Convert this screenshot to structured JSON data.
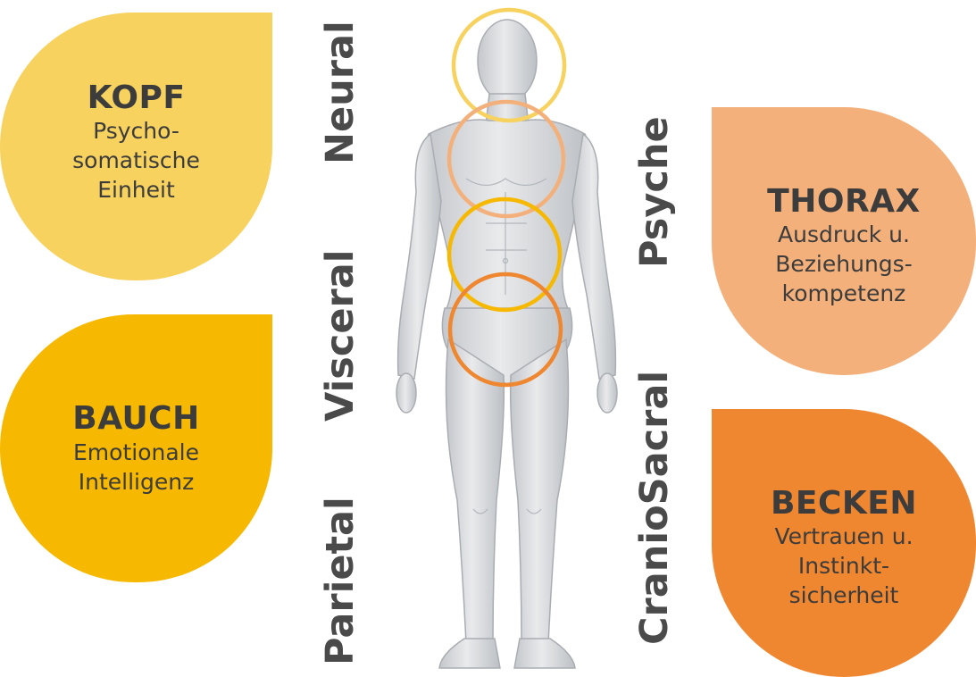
{
  "colors": {
    "kopf": "#f7d25f",
    "bauch": "#f6b800",
    "thorax": "#f3b07b",
    "becken": "#ef8630",
    "text": "#3c3c3c",
    "body": "#d7d9dc"
  },
  "drops": {
    "kopf": {
      "title": "KOPF",
      "subtitle": "Psycho-\nsomatische\nEinheit"
    },
    "bauch": {
      "title": "BAUCH",
      "subtitle": "Emotionale\nIntelligenz"
    },
    "thorax": {
      "title": "THORAX",
      "subtitle": "Ausdruck u.\nBeziehungs-\nkompetenz"
    },
    "becken": {
      "title": "BECKEN",
      "subtitle": "Vertrauen u.\nInstinkt-\nsicherheit"
    }
  },
  "vertical_labels": {
    "neural": "Neural",
    "visceral": "Visceral",
    "parietal": "Parietal",
    "psyche": "Psyche",
    "craniosacral": "CranioSacral"
  },
  "figure": {
    "icon": "human-body-figure",
    "rings": [
      "kopf",
      "thorax",
      "bauch",
      "becken"
    ]
  }
}
